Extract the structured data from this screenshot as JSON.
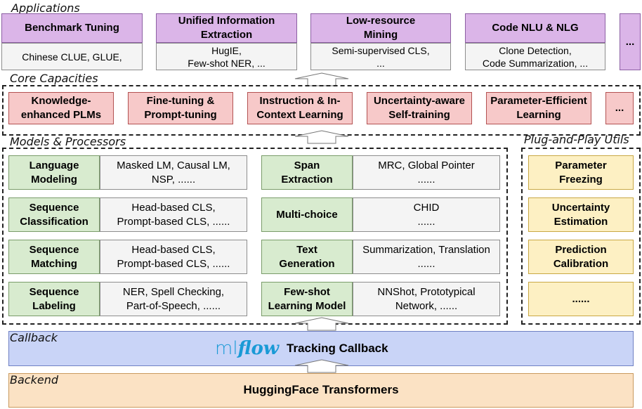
{
  "sections": {
    "applications": "Applications",
    "core": "Core Capacities",
    "models": "Models & Processors",
    "utils": "Plug-and-Play Utils",
    "callback": "Callback",
    "backend": "Backend"
  },
  "applications": [
    {
      "title": "Benchmark Tuning",
      "detail": "Chinese CLUE, GLUE,"
    },
    {
      "title": "Unified Information\nExtraction",
      "detail": "HugIE,\nFew-shot NER, ..."
    },
    {
      "title": "Low-resource\nMining",
      "detail": "Semi-supervised CLS,\n..."
    },
    {
      "title": "Code NLU & NLG",
      "detail": "Clone Detection,\nCode Summarization, ..."
    },
    {
      "title": "..."
    }
  ],
  "core": [
    "Knowledge-\nenhanced PLMs",
    "Fine-tuning &\nPrompt-tuning",
    "Instruction & In-\nContext Learning",
    "Uncertainty-aware\nSelf-training",
    "Parameter-Efficient\nLearning",
    "..."
  ],
  "models_left": [
    {
      "name": "Language\nModeling",
      "desc": "Masked LM, Causal LM,\nNSP, ......"
    },
    {
      "name": "Sequence\nClassification",
      "desc": "Head-based CLS,\nPrompt-based CLS, ......"
    },
    {
      "name": "Sequence\nMatching",
      "desc": "Head-based CLS,\nPrompt-based CLS, ......"
    },
    {
      "name": "Sequence\nLabeling",
      "desc": "NER, Spell Checking,\nPart-of-Speech, ......"
    }
  ],
  "models_right": [
    {
      "name": "Span\nExtraction",
      "desc": "MRC, Global Pointer\n......"
    },
    {
      "name": "Multi-choice",
      "desc": "CHID\n......"
    },
    {
      "name": "Text\nGeneration",
      "desc": "Summarization, Translation\n......"
    },
    {
      "name": "Few-shot\nLearning Model",
      "desc": "NNShot, Prototypical\nNetwork, ......"
    }
  ],
  "utils": [
    "Parameter\nFreezing",
    "Uncertainty\nEstimation",
    "Prediction\nCalibration",
    "......"
  ],
  "callback": {
    "logo_ml": "ml",
    "logo_flow": "flow",
    "label": "Tracking Callback"
  },
  "backend": {
    "label": "HuggingFace Transformers"
  },
  "colors": {
    "applications": "#dbb5e8",
    "core": "#f7c9c9",
    "models": "#d8ebcf",
    "utils": "#fdf0c3",
    "callback": "#c9d4f7",
    "backend": "#fbe2c4",
    "mlflow_blue": "#1a9ad6"
  }
}
